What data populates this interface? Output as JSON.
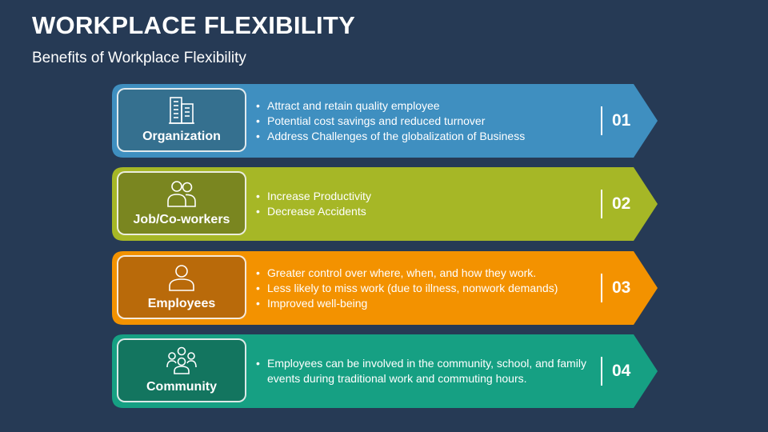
{
  "header": {
    "title": "WORKPLACE FLEXIBILITY",
    "subtitle": "Benefits of Workplace Flexibility"
  },
  "rows": [
    {
      "label": "Organization",
      "icon": "building-icon",
      "number": "01",
      "color": "#3f8fc0",
      "box_color": "#35708f",
      "bullets": [
        "Attract and retain quality employee",
        "Potential cost savings and reduced turnover",
        "Address Challenges of the globalization of Business"
      ]
    },
    {
      "label": "Job/Co-workers",
      "icon": "coworkers-icon",
      "number": "02",
      "color": "#a6b726",
      "box_color": "#7a8620",
      "bullets": [
        "Increase Productivity",
        "Decrease Accidents"
      ]
    },
    {
      "label": "Employees",
      "icon": "person-icon",
      "number": "03",
      "color": "#f39200",
      "box_color": "#b96a0a",
      "bullets": [
        "Greater control over where, when, and how they work.",
        "Less likely to miss work (due to illness, nonwork demands)",
        "Improved well-being"
      ]
    },
    {
      "label": "Community",
      "icon": "community-icon",
      "number": "04",
      "color": "#16a083",
      "box_color": "#13755f",
      "bullets": [
        "Employees can be involved in the community, school, and family events during traditional work and commuting hours."
      ]
    }
  ]
}
